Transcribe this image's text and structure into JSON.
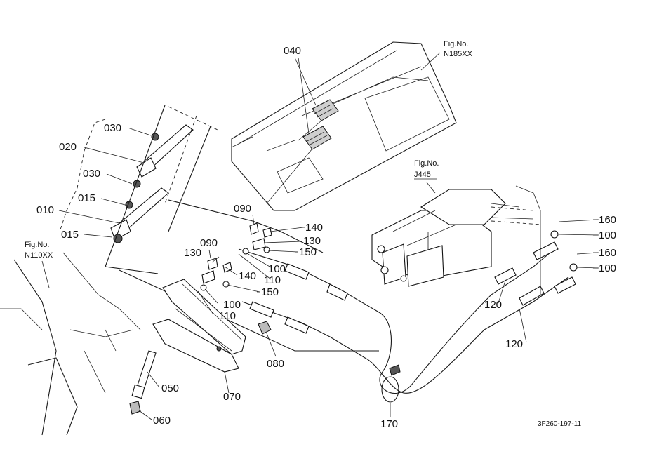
{
  "figure": {
    "code": "3F260-197-11"
  },
  "fig_refs": [
    {
      "line1": "Fig.No.",
      "line2": "N185XX"
    },
    {
      "line1": "Fig.No.",
      "line2": "J445"
    },
    {
      "line1": "Fig.No.",
      "line2": "N110XX"
    }
  ],
  "labels": {
    "p010": "010",
    "p015a": "015",
    "p015b": "015",
    "p020": "020",
    "p030a": "030",
    "p030b": "030",
    "p040": "040",
    "p050": "050",
    "p060": "060",
    "p070": "070",
    "p080": "080",
    "p090a": "090",
    "p090b": "090",
    "p100a": "100",
    "p100b": "100",
    "p100c": "100",
    "p100d": "100",
    "p110a": "110",
    "p110b": "110",
    "p120a": "120",
    "p120b": "120",
    "p130a": "130",
    "p130b": "130",
    "p140a": "140",
    "p140b": "140",
    "p150a": "150",
    "p150b": "150",
    "p160a": "160",
    "p160b": "160",
    "p170": "170"
  }
}
